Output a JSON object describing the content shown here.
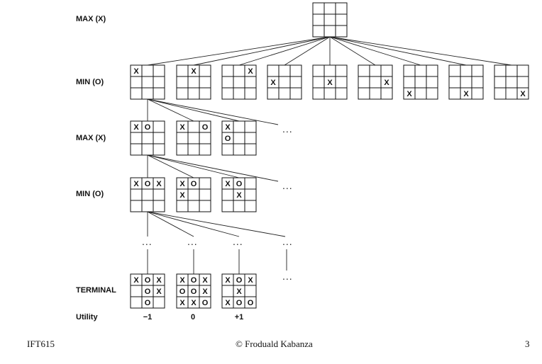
{
  "level_labels": {
    "root": "MAX (X)",
    "ply1": "MIN (O)",
    "ply2": "MAX (X)",
    "ply3": "MIN (O)",
    "terminal": "TERMINAL",
    "utility": "Utility"
  },
  "ellipsis": "...",
  "boards": {
    "root": [
      "",
      "",
      "",
      "",
      "",
      "",
      "",
      "",
      ""
    ],
    "ply1": [
      [
        "X",
        "",
        "",
        "",
        "",
        "",
        "",
        "",
        ""
      ],
      [
        "",
        "X",
        "",
        "",
        "",
        "",
        "",
        "",
        ""
      ],
      [
        "",
        "",
        "X",
        "",
        "",
        "",
        "",
        "",
        ""
      ],
      [
        "",
        "",
        "",
        "X",
        "",
        "",
        "",
        "",
        ""
      ],
      [
        "",
        "",
        "",
        "",
        "X",
        "",
        "",
        "",
        ""
      ],
      [
        "",
        "",
        "",
        "",
        "",
        "X",
        "",
        "",
        ""
      ],
      [
        "",
        "",
        "",
        "",
        "",
        "",
        "X",
        "",
        ""
      ],
      [
        "",
        "",
        "",
        "",
        "",
        "",
        "",
        "X",
        ""
      ],
      [
        "",
        "",
        "",
        "",
        "",
        "",
        "",
        "",
        "X"
      ]
    ],
    "ply2": [
      [
        "X",
        "O",
        "",
        "",
        "",
        "",
        "",
        "",
        ""
      ],
      [
        "X",
        "",
        "O",
        "",
        "",
        "",
        "",
        "",
        ""
      ],
      [
        "X",
        "",
        "",
        "O",
        "",
        "",
        "",
        "",
        ""
      ]
    ],
    "ply3": [
      [
        "X",
        "O",
        "X",
        "",
        "",
        "",
        "",
        "",
        ""
      ],
      [
        "X",
        "O",
        "",
        "X",
        "",
        "",
        "",
        "",
        ""
      ],
      [
        "X",
        "O",
        "",
        "",
        "X",
        "",
        "",
        "",
        ""
      ]
    ],
    "terminal": [
      [
        "X",
        "O",
        "X",
        "",
        "O",
        "X",
        "",
        "O",
        ""
      ],
      [
        "X",
        "O",
        "X",
        "O",
        "O",
        "X",
        "X",
        "X",
        "O"
      ],
      [
        "X",
        "O",
        "X",
        "",
        "X",
        "",
        "X",
        "O",
        "O"
      ]
    ]
  },
  "utilities": [
    "−1",
    "0",
    "+1"
  ],
  "footer": {
    "left": "IFT615",
    "center": "© Froduald Kabanza",
    "right": "3"
  }
}
